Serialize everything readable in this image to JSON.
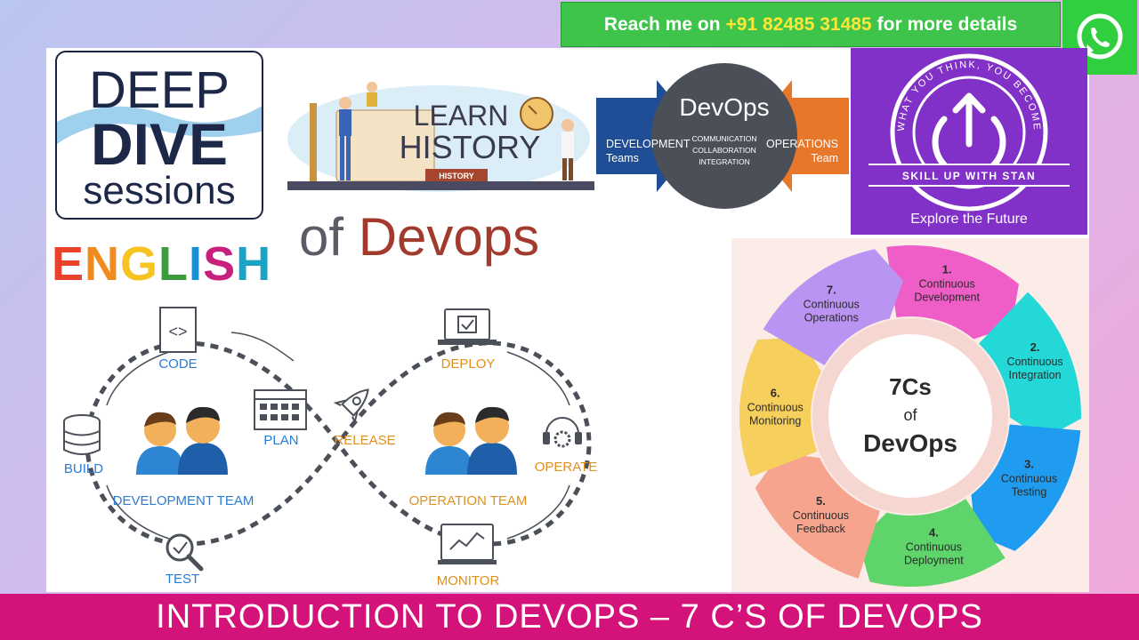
{
  "contact": {
    "prefix": "Reach me on",
    "phone": "+91 82485 31485",
    "suffix": "for more details"
  },
  "icons": {
    "whatsapp": "whatsapp-icon",
    "code": "code-icon",
    "plan": "calendar-icon",
    "build": "database-icon",
    "test": "magnifier-icon",
    "release": "rocket-icon",
    "deploy": "laptop-check-icon",
    "operate": "headset-gear-icon",
    "monitor": "monitor-chart-icon",
    "people": "team-icon"
  },
  "logo": {
    "line1": "DEEP",
    "line2": "DIVE",
    "line3": "sessions"
  },
  "language": {
    "letters": [
      "E",
      "N",
      "G",
      "L",
      "I",
      "S",
      "H"
    ],
    "colors": [
      "#e8412c",
      "#f28b1e",
      "#f6c321",
      "#3c9a3f",
      "#1a8fd6",
      "#c8217d",
      "#19a3c4"
    ]
  },
  "heading": {
    "of": "of",
    "devops": "Devops"
  },
  "learn": {
    "line1": "LEARN",
    "line2": "HISTORY",
    "book": "HISTORY"
  },
  "devops_diagram": {
    "center": "DevOps",
    "center_lines": [
      "COMMUNICATION",
      "COLLABORATION",
      "INTEGRATION"
    ],
    "left_title": "DEVELOPMENT",
    "left_sub": "Teams",
    "right_title": "OPERATIONS",
    "right_sub": "Team"
  },
  "skill": {
    "arc": "WHAT YOU THINK, YOU BECOME",
    "ribbon": "SKILL UP WITH STAN",
    "explore": "Explore the Future"
  },
  "infinity": {
    "code": "CODE",
    "plan": "PLAN",
    "build": "BUILD",
    "test": "TEST",
    "release": "RELEASE",
    "deploy": "DEPLOY",
    "operate": "OPERATE",
    "monitor": "MONITOR",
    "dev_team": "DEVELOPMENT TEAM",
    "ops_team": "OPERATION TEAM"
  },
  "cycle": {
    "center1": "7Cs",
    "center2": "of",
    "center3": "DevOps",
    "segments": [
      {
        "num": "1.",
        "l1": "Continuous",
        "l2": "Development",
        "color": "#ef5dc6"
      },
      {
        "num": "2.",
        "l1": "Continuous",
        "l2": "Integration",
        "color": "#25d8d8"
      },
      {
        "num": "3.",
        "l1": "Continuous",
        "l2": "Testing",
        "color": "#1f9cf0"
      },
      {
        "num": "4.",
        "l1": "Continuous",
        "l2": "Deployment",
        "color": "#5fd46a"
      },
      {
        "num": "5.",
        "l1": "Continuous",
        "l2": "Feedback",
        "color": "#f7a48f"
      },
      {
        "num": "6.",
        "l1": "Continuous",
        "l2": "Monitoring",
        "color": "#f6cf5c"
      },
      {
        "num": "7.",
        "l1": "Continuous",
        "l2": "Operations",
        "color": "#b994f2"
      }
    ]
  },
  "banner": {
    "title": "INTRODUCTION TO DEVOPS – 7 C’S OF DEVOPS"
  }
}
